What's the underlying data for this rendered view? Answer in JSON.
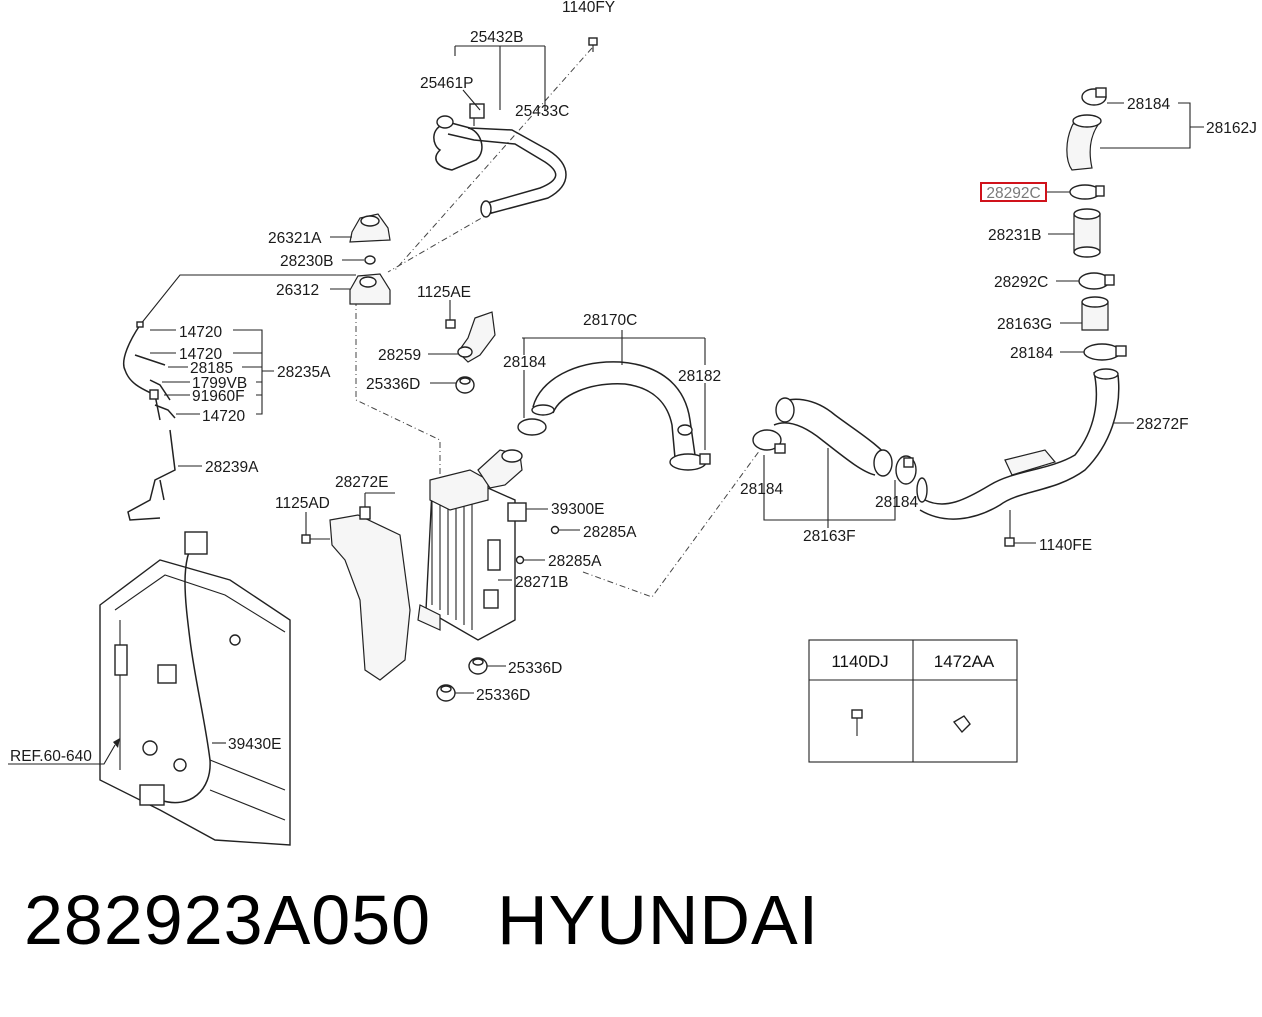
{
  "labels": {
    "l1140FY": "1140FY",
    "l25432B": "25432B",
    "l25461P": "25461P",
    "l25433C": "25433C",
    "l28184_tr": "28184",
    "l28162J": "28162J",
    "l28292C_hl": "28292C",
    "l28231B": "28231B",
    "l28292C_2": "28292C",
    "l28163G": "28163G",
    "l28184_r2": "28184",
    "l28272F": "28272F",
    "l1140FE": "1140FE",
    "l26321A": "26321A",
    "l28230B": "28230B",
    "l26312": "26312",
    "l1125AE": "1125AE",
    "l28170C": "28170C",
    "l28184_m": "28184",
    "l28182": "28182",
    "l28259": "28259",
    "l25336D_1": "25336D",
    "l14720_1": "14720",
    "l14720_2": "14720",
    "l28185": "28185",
    "l28235A": "28235A",
    "l1799VB": "1799VB",
    "l91960F": "91960F",
    "l14720_3": "14720",
    "l28239A": "28239A",
    "l28272E": "28272E",
    "l1125AD": "1125AD",
    "l39300E": "39300E",
    "l28285A_1": "28285A",
    "l28285A_2": "28285A",
    "l28271B": "28271B",
    "l28184_c1": "28184",
    "l28184_c2": "28184",
    "l28163F": "28163F",
    "l25336D_2": "25336D",
    "l25336D_3": "25336D",
    "l39430E": "39430E",
    "lREF": "REF.60-640"
  },
  "table": {
    "col1": "1140DJ",
    "col2": "1472AA"
  },
  "caption": {
    "part_number": "282923A050",
    "brand": "HYUNDAI"
  },
  "highlight_color": "#d0121b"
}
